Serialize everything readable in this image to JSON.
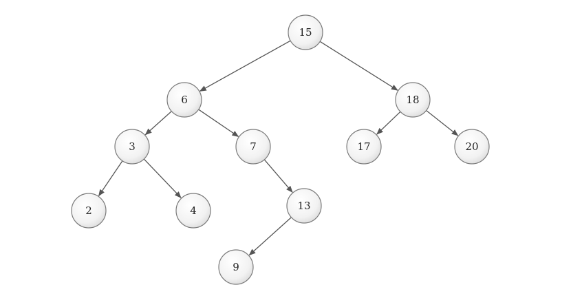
{
  "tree": {
    "nodes": [
      {
        "id": "n15",
        "label": "15"
      },
      {
        "id": "n6",
        "label": "6"
      },
      {
        "id": "n18",
        "label": "18"
      },
      {
        "id": "n3",
        "label": "3"
      },
      {
        "id": "n7",
        "label": "7"
      },
      {
        "id": "n17",
        "label": "17"
      },
      {
        "id": "n20",
        "label": "20"
      },
      {
        "id": "n2",
        "label": "2"
      },
      {
        "id": "n4",
        "label": "4"
      },
      {
        "id": "n13",
        "label": "13"
      },
      {
        "id": "n9",
        "label": "9"
      }
    ],
    "edges": [
      {
        "from": "n15",
        "to": "n6"
      },
      {
        "from": "n15",
        "to": "n18"
      },
      {
        "from": "n6",
        "to": "n3"
      },
      {
        "from": "n6",
        "to": "n7"
      },
      {
        "from": "n18",
        "to": "n17"
      },
      {
        "from": "n18",
        "to": "n20"
      },
      {
        "from": "n3",
        "to": "n2"
      },
      {
        "from": "n3",
        "to": "n4"
      },
      {
        "from": "n7",
        "to": "n13"
      },
      {
        "from": "n13",
        "to": "n9"
      }
    ]
  }
}
